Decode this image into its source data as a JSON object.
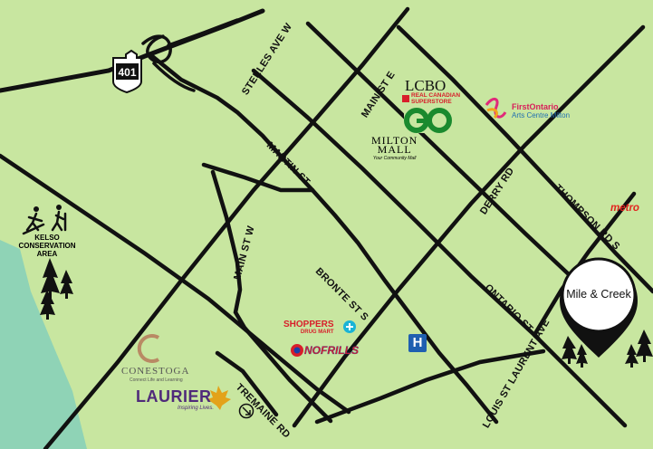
{
  "map": {
    "background_color": "#c8e6a0",
    "road_color": "#111111",
    "water_color": "#8fd3b6"
  },
  "highway": {
    "shield_number": "401"
  },
  "roads": {
    "steeles": "STEELES AVE W",
    "martin": "MARTIN ST",
    "main_e": "MAIN ST E",
    "main_w": "MAIN ST W",
    "bronte": "BRONTE ST S",
    "derry": "DERRY RD",
    "thompson": "THOMPSON RD S",
    "ontario": "ONTARIO ST S",
    "louis": "LOUIS ST LAURENT AVE",
    "tremaine": "TREMAINE RD"
  },
  "pois": {
    "kelso_label": "KELSO CONSERVATION AREA",
    "lcbo": "LCBO",
    "rcss_line1": "REAL CANADIAN",
    "rcss_line2": "SUPERSTORE",
    "go": "GO",
    "milton_mall_line1": "MILTON",
    "milton_mall_line2": "MALL",
    "milton_mall_tag": "Your Community Mall",
    "firstontario_line1": "FirstOntario",
    "firstontario_line2": "Arts Centre Milton",
    "metro": "metro",
    "shoppers_line1": "SHOPPERS",
    "shoppers_line2": "DRUG MART",
    "nofrills": "NOFRILLS",
    "hospital": "H",
    "conestoga_letter": "C",
    "conestoga_name": "CONESTOGA",
    "conestoga_tag": "Connect Life and Learning",
    "laurier_name": "LAURIER",
    "laurier_tag": "Inspiring Lives."
  },
  "site": {
    "name": "Mile & Creek",
    "pin_color": "#111111"
  }
}
